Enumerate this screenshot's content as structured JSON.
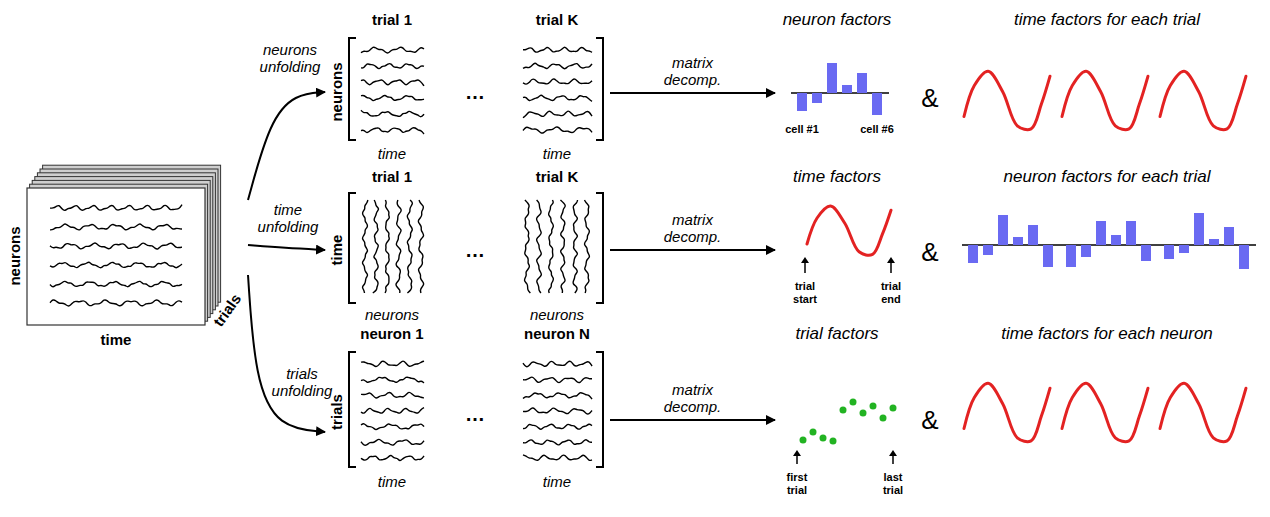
{
  "diagram": {
    "nodes": [
      {
        "text": [
          "neurons",
          "time",
          "trials"
        ]
      },
      {
        "text": [
          "neurons",
          "trial 1",
          "trial K",
          "…",
          "time",
          "time"
        ]
      },
      {
        "text": [
          "neuron factors",
          "cell #1",
          "cell #6"
        ]
      },
      {
        "text": [
          "time factors for each trial"
        ]
      },
      {
        "text": [
          "time",
          "trial 1",
          "trial K",
          "…",
          "neurons",
          "neurons"
        ]
      },
      {
        "text": [
          "time factors",
          "trial start",
          "trial end"
        ]
      },
      {
        "text": [
          "neuron factors for each trial"
        ]
      },
      {
        "text": [
          "trials",
          "neuron 1",
          "neuron N",
          "…",
          "time",
          "time"
        ]
      },
      {
        "text": [
          "trial factors",
          "first trial",
          "last trial"
        ]
      },
      {
        "text": [
          "time factors for each neuron"
        ]
      }
    ],
    "edges": [
      {
        "from": 0,
        "to": 1,
        "arrow": "to",
        "label": "neurons unfolding"
      },
      {
        "from": 1,
        "to": 2,
        "arrow": "to",
        "label": "matrix decomp."
      },
      {
        "from": 0,
        "to": 4,
        "arrow": "to",
        "label": "time unfolding"
      },
      {
        "from": 4,
        "to": 5,
        "arrow": "to",
        "label": "matrix decomp."
      },
      {
        "from": 0,
        "to": 7,
        "arrow": "to",
        "label": "trials unfolding"
      },
      {
        "from": 7,
        "to": 8,
        "arrow": "to",
        "label": "matrix decomp."
      }
    ],
    "labels": [
      "&",
      "&",
      "&"
    ]
  }
}
